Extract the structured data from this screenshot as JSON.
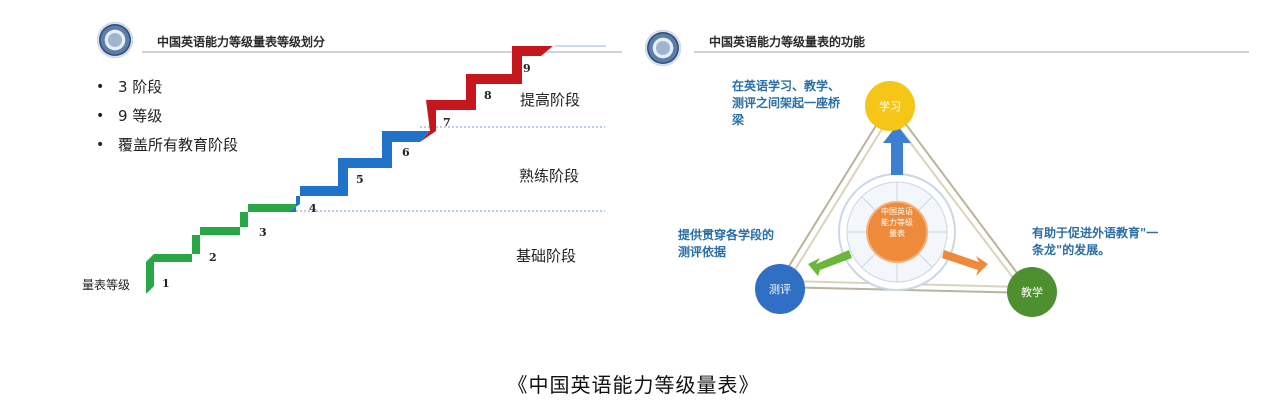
{
  "left": {
    "header_title": "中国英语能力等级量表等级划分",
    "bullets": [
      "3 阶段",
      "9 等级",
      "覆盖所有教育阶段"
    ],
    "stages": [
      "提高阶段",
      "熟练阶段",
      "基础阶段"
    ],
    "y_axis_label": "量表等级",
    "levels": [
      "1",
      "2",
      "3",
      "4",
      "5",
      "6",
      "7",
      "8",
      "9"
    ],
    "colors": {
      "basic": "#27a845",
      "proficient": "#1f73c8",
      "advanced": "#c4161c"
    }
  },
  "right": {
    "header_title": "中国英语能力等级量表的功能",
    "nodes": {
      "top": "学习",
      "right": "教学",
      "left": "测评"
    },
    "center_text": "中国英语能力等级量表",
    "notes": {
      "top": "在英语学习、教学、测评之间架起一座桥梁",
      "left": "提供贯穿各学段的测评依据",
      "right": "有助于促进外语教育\"一条龙\"的发展。"
    },
    "colors": {
      "top": "#f5c518",
      "right": "#4e8f2f",
      "left": "#2f6fc4",
      "center": "#ef8a3a"
    }
  },
  "caption": "《中国英语能力等级量表》"
}
